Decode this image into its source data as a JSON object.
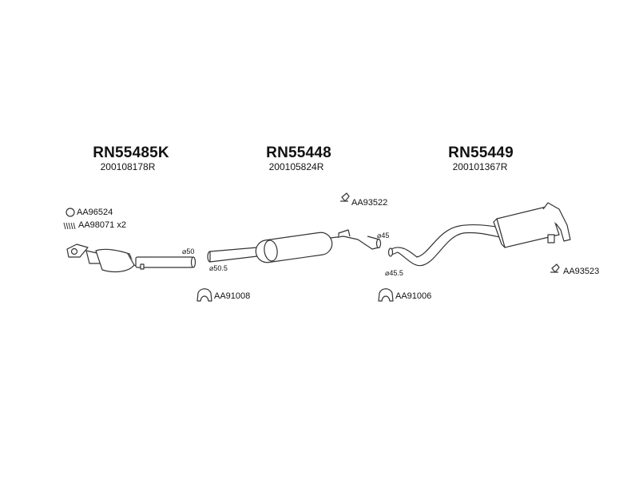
{
  "parts": [
    {
      "code": "RN55485K",
      "ref": "200108178R"
    },
    {
      "code": "RN55448",
      "ref": "200105824R"
    },
    {
      "code": "RN55449",
      "ref": "200101367R"
    }
  ],
  "accessories": {
    "ring_gasket": "AA96524",
    "spring_kit": "AA98071 x2",
    "hanger_front": "AA93522",
    "hanger_rear": "AA93523",
    "clamp_1": "AA91008",
    "clamp_2": "AA91006"
  },
  "diameters": {
    "d1": "⌀50",
    "d2": "⌀50.5",
    "d3": "⌀45",
    "d4": "⌀45.5"
  }
}
